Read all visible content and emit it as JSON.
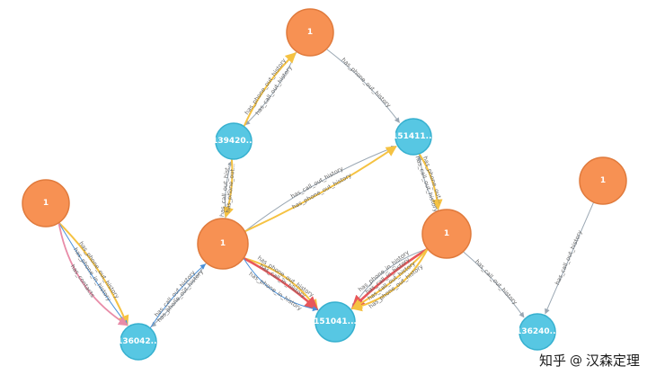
{
  "colors": {
    "node_orange": "#f79153",
    "node_orange_border": "#e07a3c",
    "node_blue": "#57c7e3",
    "node_blue_border": "#36b0cf",
    "edge_gray": "#9aa7b3",
    "edge_blue": "#4a90d9",
    "edge_yellow": "#f5c242",
    "edge_red": "#e8575a",
    "edge_pink": "#e88ca8"
  },
  "nodes": [
    {
      "id": "n_top",
      "label": "1",
      "type": "orange"
    },
    {
      "id": "n_left",
      "label": "1",
      "type": "orange"
    },
    {
      "id": "n_center",
      "label": "1",
      "type": "orange"
    },
    {
      "id": "n_rightmid",
      "label": "1",
      "type": "orange"
    },
    {
      "id": "n_farright",
      "label": "1",
      "type": "orange"
    },
    {
      "id": "n_139",
      "label": "139420...",
      "type": "blue"
    },
    {
      "id": "n_1514",
      "label": "151411...",
      "type": "blue"
    },
    {
      "id": "n_136042",
      "label": "136042...",
      "type": "blue"
    },
    {
      "id": "n_15104",
      "label": "151041...",
      "type": "blue"
    },
    {
      "id": "n_13624",
      "label": "136240...",
      "type": "blue"
    }
  ],
  "edges": [
    {
      "label": "has_call_out_history",
      "color": "gray"
    },
    {
      "label": "has_phone_out_history",
      "color": "yellow"
    },
    {
      "label": "has_phone_out_history",
      "color": "gray"
    },
    {
      "label": "has_call_out_hist...",
      "color": "gray"
    },
    {
      "label": "has_phone_out...",
      "color": "yellow"
    },
    {
      "label": "has_call_out_history",
      "color": "gray"
    },
    {
      "label": "has_phone_out_history",
      "color": "yellow"
    },
    {
      "label": "has_call_out_history",
      "color": "gray"
    },
    {
      "label": "has_phone_out...",
      "color": "yellow"
    },
    {
      "label": "has_phone_out_history",
      "color": "yellow"
    },
    {
      "label": "has_phone_in_history",
      "color": "blue"
    },
    {
      "label": "has_contacts",
      "color": "pink"
    },
    {
      "label": "has_phone_out_history",
      "color": "gray"
    },
    {
      "label": "has_call_out_history",
      "color": "blue"
    },
    {
      "label": "has_phone_out_history",
      "color": "yellow"
    },
    {
      "label": "has_call_in_history",
      "color": "red"
    },
    {
      "label": "has_phone_in_history",
      "color": "blue"
    },
    {
      "label": "has_phone_in_history",
      "color": "gray"
    },
    {
      "label": "has_call_in_history",
      "color": "red"
    },
    {
      "label": "has_call_out_history",
      "color": "yellow"
    },
    {
      "label": "has_phone_out_history",
      "color": "yellow"
    },
    {
      "label": "has_call_out_history",
      "color": "gray"
    },
    {
      "label": "has_call_out_history",
      "color": "gray"
    }
  ],
  "watermark": {
    "brand": "知乎",
    "at": "@",
    "author": "汉森定理"
  }
}
